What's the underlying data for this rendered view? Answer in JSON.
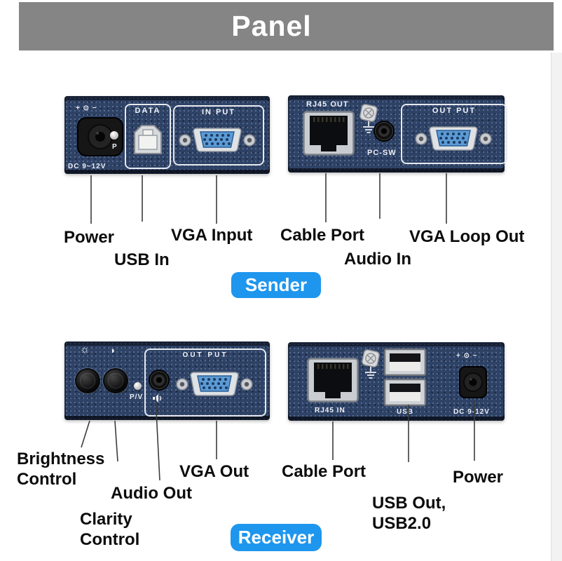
{
  "title": "Panel",
  "colors": {
    "badge_blue": "#1E96EE",
    "banner_gray": "#858585",
    "panel_navy": "#2E4266",
    "vga_face_blue": "#5B9BD5"
  },
  "icons": {
    "sun": "☼",
    "contrast": "◑",
    "polarity": "+ ⊙ −"
  },
  "sender": {
    "badge_label": "Sender",
    "front": {
      "dc_text": "DC 9~12V",
      "led_text": "P",
      "data_box": "DATA",
      "input_box": "IN PUT"
    },
    "back": {
      "rj45_text": "RJ45 OUT",
      "pcsw_text": "PC-SW",
      "output_box": "OUT PUT"
    },
    "callouts": {
      "power": "Power",
      "usb_in": "USB In",
      "vga_input": "VGA Input",
      "cable_port": "Cable Port",
      "audio_in": "Audio In",
      "vga_loop_out": "VGA Loop Out"
    }
  },
  "receiver": {
    "badge_label": "Receiver",
    "front": {
      "led_text": "P/V",
      "output_box": "OUT PUT"
    },
    "back": {
      "rj45_text": "RJ45 IN",
      "usb_text": "USB",
      "dc_text": "DC 9-12V"
    },
    "callouts": {
      "brightness": "Brightness\nControl",
      "clarity": "Clarity\nControl",
      "audio_out": "Audio Out",
      "vga_out": "VGA Out",
      "cable_port": "Cable Port",
      "usb_out": "USB Out,\nUSB2.0",
      "power": "Power"
    }
  }
}
